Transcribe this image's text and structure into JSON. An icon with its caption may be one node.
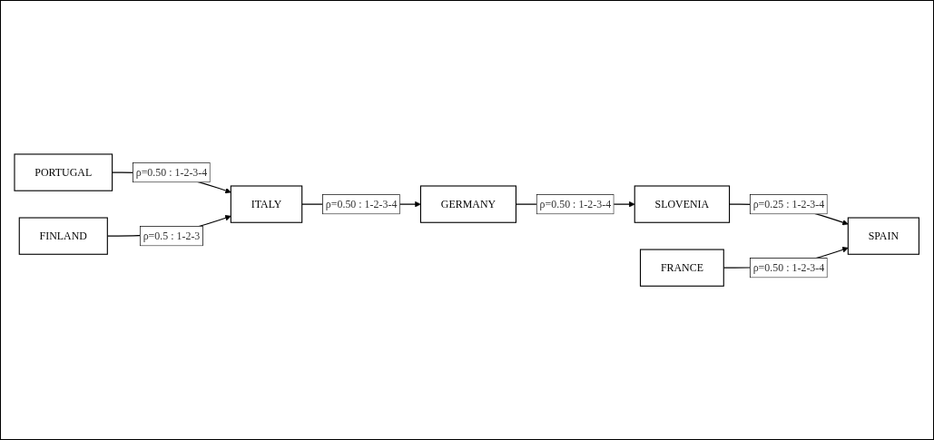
{
  "diagram": {
    "nodes": [
      {
        "text": [
          "PORTUGAL"
        ]
      },
      {
        "text": [
          "FRANCE"
        ]
      },
      {
        "text": [
          "FINLAND"
        ]
      },
      {
        "text": [
          "ITALY"
        ]
      },
      {
        "text": [
          "SPAIN"
        ]
      },
      {
        "text": [
          "SLOVENIA"
        ]
      },
      {
        "text": [
          "GERMANY"
        ]
      }
    ],
    "edges": [
      {
        "from": 0,
        "to": 3,
        "arrow": "to",
        "label": "ρ=0.50 : 1-2-3-4"
      },
      {
        "from": 2,
        "to": 3,
        "arrow": "to",
        "label": "ρ=0.5 : 1-2-3"
      },
      {
        "from": 3,
        "to": 6,
        "arrow": "to",
        "label": "ρ=0.50 : 1-2-3-4"
      },
      {
        "from": 6,
        "to": 5,
        "arrow": "to",
        "label": "ρ=0.50 : 1-2-3-4"
      },
      {
        "from": 5,
        "to": 4,
        "arrow": "to",
        "label": "ρ=0.25 : 1-2-3-4"
      },
      {
        "from": 1,
        "to": 4,
        "arrow": "to",
        "label": "ρ=0.50 : 1-2-3-4"
      }
    ]
  }
}
